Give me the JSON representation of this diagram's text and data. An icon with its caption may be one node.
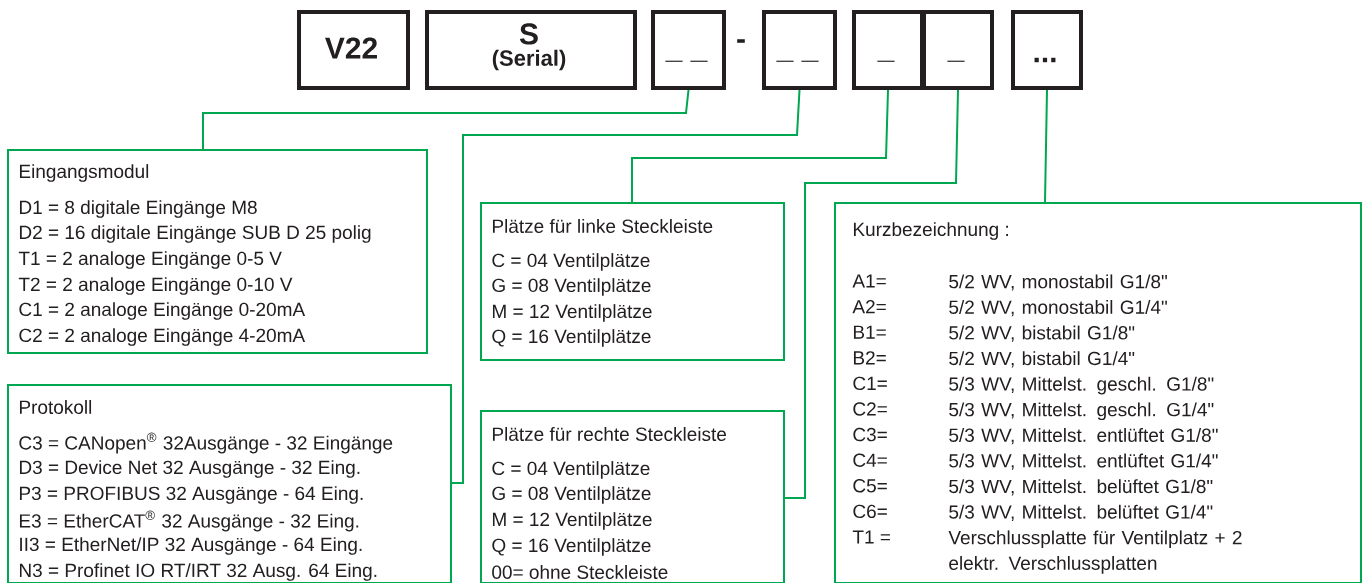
{
  "diagram": {
    "nodes": [
      {
        "text": [
          "V22"
        ]
      },
      {
        "text": [
          "S",
          "(Serial)"
        ]
      },
      {
        "text": [
          "_ _"
        ]
      },
      {
        "text": [
          "_ _"
        ]
      },
      {
        "text": [
          "_"
        ]
      },
      {
        "text": [
          "_"
        ]
      },
      {
        "text": [
          "..."
        ]
      },
      {
        "text": [
          "Eingangsmodul",
          "D1 = 8 digitale Eingänge M8",
          "D2 = 16 digitale Eingänge SUB D 25 polig",
          "T1  = 2 analoge Eingänge 0-5 V",
          "T2  = 2 analoge Eingänge 0-10 V",
          "C1 = 2 analoge Eingänge 0-20mA",
          "C2 = 2 analoge Eingänge 4-20mA"
        ]
      },
      {
        "text": [
          "Plätze für linke Steckleiste",
          "C =  04 Ventilplätze",
          "G =  08 Ventilplätze",
          "M =  12 Ventilplätze",
          "Q =  16 Ventilplätze"
        ]
      },
      {
        "text": [
          "Kurzbezeichnung :",
          "A1=",
          "5/2 WV, monostabil G1/8\"",
          "A2=",
          "5/2 WV, monostabil G1/4\"",
          "B1=",
          "5/2 WV, bistabil G1/8\"",
          "B2=",
          "5/2 WV, bistabil G1/4\"",
          "C1=",
          "5/3 WV, Mittelst. geschl. G1/8\"",
          "C2=",
          "5/3 WV, Mittelst. geschl. G1/4\"",
          "C3=",
          "5/3 WV, Mittelst. entlüftet G1/8\"",
          "C4=",
          "5/3 WV, Mittelst. entlüftet G1/4\"",
          "C5=",
          "5/3 WV, Mittelst. belüftet G1/8\"",
          "C6=",
          "5/3 WV, Mittelst. belüftet G1/4\"",
          "T1 =",
          "Verschlussplatte für Ventilplatz + 2 elektr. Verschlussplatten"
        ]
      },
      {
        "text": [
          "Protokoll",
          "C3 = CANopen$^{®}$ 32Ausgänge - 32 Eingänge",
          "D3 = Device Net 32 Ausgänge - 32 Eing.",
          "P3 = PROFIBUS 32 Ausgänge - 64 Eing.",
          "E3 = EtherCAT$^{®}$ 32 Ausgänge - 32 Eing.",
          "II3  = EtherNet/IP 32 Ausgänge - 64 Eing.",
          "N3 = Profinet IO RT/IRT 32 Ausg. 64 Eing."
        ]
      },
      {
        "text": [
          "Plätze für rechte Steckleiste",
          "C =  04 Ventilplätze",
          "G =  08 Ventilplätze",
          "M =  12 Ventilplätze",
          "Q =  16 Ventilplätze",
          "00=  ohne Steckleiste"
        ]
      }
    ],
    "edges": [
      {
        "from": 2,
        "to": 7,
        "arrow": "none"
      },
      {
        "from": 3,
        "to": 10,
        "arrow": "none"
      },
      {
        "from": 4,
        "to": 8,
        "arrow": "none"
      },
      {
        "from": 5,
        "to": 11,
        "arrow": "none"
      },
      {
        "from": 6,
        "to": 9,
        "arrow": "none"
      }
    ],
    "labels": [
      "-"
    ]
  }
}
